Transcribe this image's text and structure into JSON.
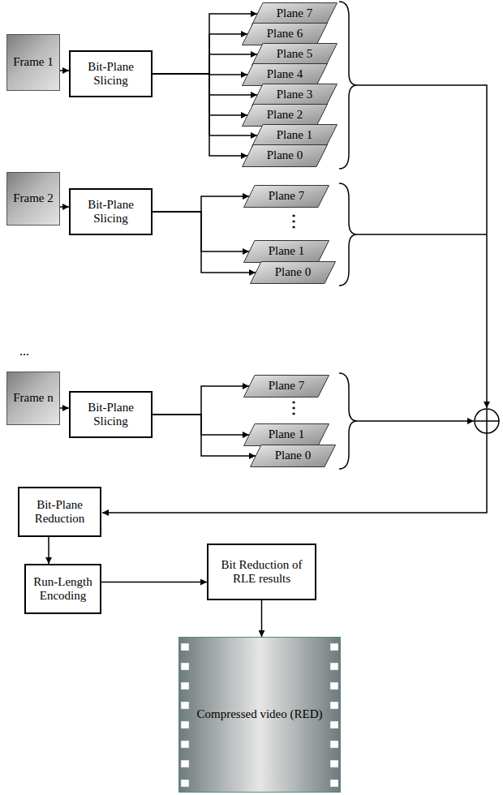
{
  "diagram": {
    "nodes": [
      {
        "text": [
          "Frame 1"
        ]
      },
      {
        "text": [
          "Bit-Plane Slicing"
        ]
      },
      {
        "text": [
          "Plane 7"
        ]
      },
      {
        "text": [
          "Plane 6"
        ]
      },
      {
        "text": [
          "Plane 5"
        ]
      },
      {
        "text": [
          "Plane 4"
        ]
      },
      {
        "text": [
          "Plane 3"
        ]
      },
      {
        "text": [
          "Plane 2"
        ]
      },
      {
        "text": [
          "Plane 1"
        ]
      },
      {
        "text": [
          "Plane 0"
        ]
      },
      {
        "text": [
          "Frame 2"
        ]
      },
      {
        "text": [
          "Bit-Plane Slicing"
        ]
      },
      {
        "text": [
          "Plane 7"
        ]
      },
      {
        "text": [
          "Plane 1"
        ]
      },
      {
        "text": [
          "Plane 0"
        ]
      },
      {
        "text": [
          "Frame n"
        ]
      },
      {
        "text": [
          "Bit-Plane Slicing"
        ]
      },
      {
        "text": [
          "Plane 7"
        ]
      },
      {
        "text": [
          "Plane 1"
        ]
      },
      {
        "text": [
          "Plane 0"
        ]
      },
      {
        "text": [
          "Bit-Plane Reduction"
        ]
      },
      {
        "text": [
          "Run-Length Encoding"
        ]
      },
      {
        "text": [
          "Bit Reduction of RLE results"
        ]
      },
      {
        "text": [
          "Compressed video (RED)"
        ]
      }
    ],
    "edges": [
      {
        "from": 0,
        "to": 1,
        "arrow": "to"
      },
      {
        "from": 1,
        "to": 2,
        "arrow": "to"
      },
      {
        "from": 1,
        "to": 3,
        "arrow": "to"
      },
      {
        "from": 1,
        "to": 4,
        "arrow": "to"
      },
      {
        "from": 1,
        "to": 5,
        "arrow": "to"
      },
      {
        "from": 1,
        "to": 6,
        "arrow": "to"
      },
      {
        "from": 1,
        "to": 7,
        "arrow": "to"
      },
      {
        "from": 1,
        "to": 8,
        "arrow": "to"
      },
      {
        "from": 1,
        "to": 9,
        "arrow": "to"
      },
      {
        "from": 10,
        "to": 11,
        "arrow": "to"
      },
      {
        "from": 11,
        "to": 12,
        "arrow": "to"
      },
      {
        "from": 11,
        "to": 13,
        "arrow": "to"
      },
      {
        "from": 11,
        "to": 14,
        "arrow": "to"
      },
      {
        "from": 15,
        "to": 16,
        "arrow": "to"
      },
      {
        "from": 16,
        "to": 17,
        "arrow": "to"
      },
      {
        "from": 16,
        "to": 18,
        "arrow": "to"
      },
      {
        "from": 16,
        "to": 19,
        "arrow": "to"
      },
      {
        "from": 20,
        "to": 21,
        "arrow": "to"
      },
      {
        "from": 21,
        "to": 22,
        "arrow": "to"
      },
      {
        "from": 22,
        "to": 23,
        "arrow": "to"
      }
    ],
    "labels": [
      "⋮",
      "⋮",
      "..."
    ]
  }
}
